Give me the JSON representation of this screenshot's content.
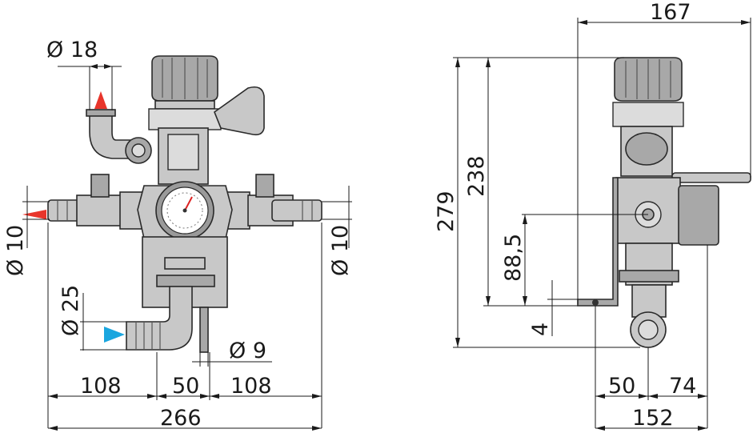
{
  "dimensions": {
    "d_inlet_top": "Ø 18",
    "d_left_outlet": "Ø 10",
    "d_right_outlet": "Ø 10",
    "d_bottom_inlet": "Ø 25",
    "d_return": "Ø 9",
    "w_left": "108",
    "w_center": "50",
    "w_right": "108",
    "w_total_front": "266",
    "w_total_top_side": "167",
    "h_total": "279",
    "h_upper": "238",
    "h_mount": "88,5",
    "h_bracket": "4",
    "w_side_a": "50",
    "w_side_b": "74",
    "w_side_total": "152"
  },
  "colors": {
    "red_arrow": "#e8352b",
    "blue_arrow": "#1aa6df",
    "body_fill": "#c8c8c8",
    "outline": "#2a2a2a"
  }
}
